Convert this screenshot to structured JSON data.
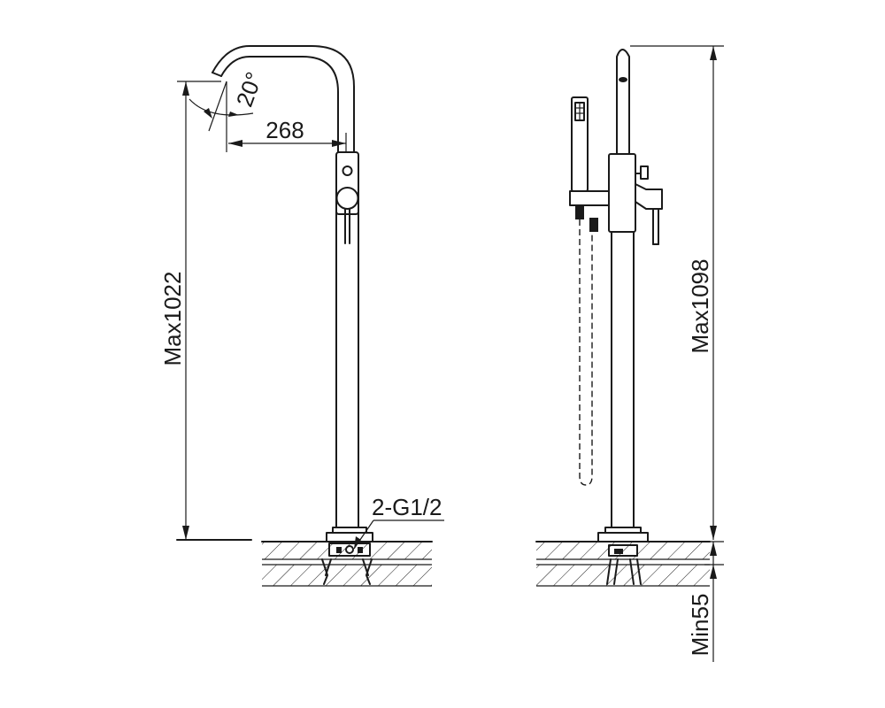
{
  "dimensions": {
    "left_height": "Max1022",
    "spout_reach": "268",
    "spout_angle": "20°",
    "inlet_connection": "2-G1/2",
    "right_height": "Max1098",
    "floor_depth": "Min55"
  },
  "colors": {
    "line": "#1a1a1a",
    "background": "#ffffff"
  }
}
